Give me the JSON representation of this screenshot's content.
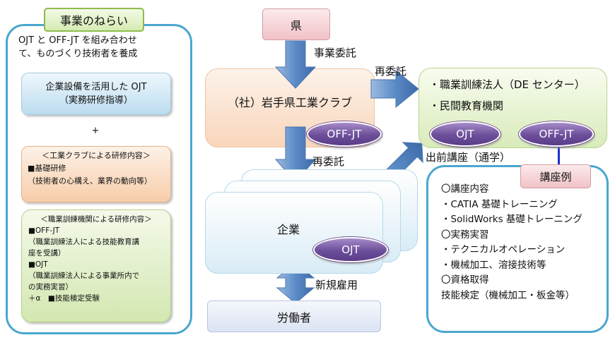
{
  "left_panel": {
    "title": "事業のねらい",
    "intro_lines": [
      "OJT と OFF-JT を組み合わせ",
      "て、ものづくり技術者を養成"
    ],
    "ojt_box": [
      "企業設備を活用した OJT",
      "（実務研修指導）"
    ],
    "plus": "+",
    "club_box": {
      "heading": "＜工業クラブによる研修内容＞",
      "lines": [
        "■基礎研修",
        "（技術者の心構え、業界の動向等）"
      ]
    },
    "institution_box": {
      "heading": "＜職業訓練機関による研修内容＞",
      "lines": [
        "■OFF-JT",
        "（職業訓練法人による技能教育講",
        "座を受講）",
        "■OJT",
        "（職業訓練法人による事業所内で",
        "の実務実習）",
        "＋α　■技能検定受験"
      ]
    }
  },
  "center": {
    "prefecture": "県",
    "commission_label": "事業委託",
    "club": "（社）岩手県工業クラブ",
    "club_offjt": "OFF-JT",
    "recommission_down": "再委託",
    "company": "企業",
    "company_ojt": "OJT",
    "new_hire": "新規雇用",
    "worker": "労働者"
  },
  "right": {
    "recommission_label": "再委託",
    "org_lines": [
      "・職業訓練法人（DE センター）",
      "・民間教育機関"
    ],
    "org_ojt": "OJT",
    "org_offjt": "OFF-JT",
    "outreach": "出前講座（通学）",
    "course_tag": "講座例",
    "course_lines": [
      "〇講座内容",
      "・CATIA 基礎トレーニング",
      "・SolidWorks 基礎トレーニング",
      "〇実務実習",
      "・テクニカルオペレーション",
      "・機械加工、溶接技術等",
      "〇資格取得",
      "技能検定（機械加工・板金等）"
    ]
  },
  "colors": {
    "panel_border": "#4aa6cf",
    "arrow": "#4f81bd",
    "oval": "#6c4e9a",
    "connector": "#1f2fd0"
  }
}
